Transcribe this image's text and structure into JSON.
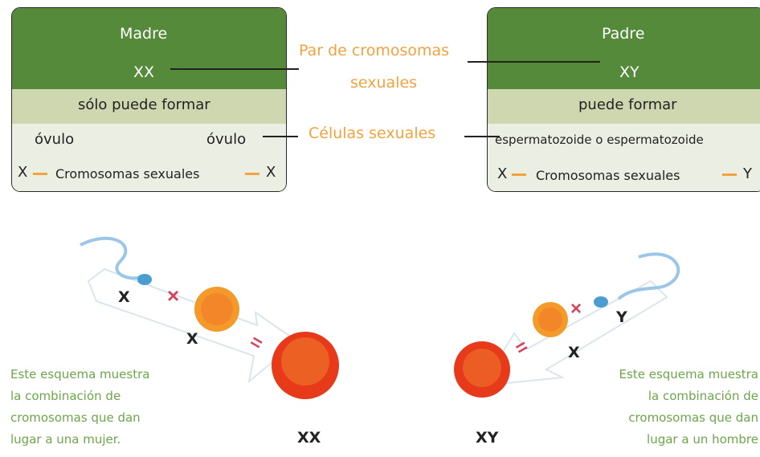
{
  "left_box": {
    "title": "Madre",
    "chromosomes": "XX",
    "band": "sólo puede formar",
    "cell_left": "óvulo",
    "cell_right": "óvulo",
    "x_left": "X",
    "sexual_label": "Cromosomas sexuales",
    "x_right": "X"
  },
  "right_box": {
    "title": "Padre",
    "chromosomes": "XY",
    "band": "puede formar",
    "cells": "espermatozoide o espermatozoide",
    "x_left": "X",
    "sexual_label": "Cromosomas sexuales",
    "x_right": "Y"
  },
  "center": {
    "pair_line1": "Par de cromosomas",
    "pair_line2": "sexuales",
    "cells_label": "Células sexuales"
  },
  "left_illustration": {
    "x1": "X",
    "x2": "X",
    "result": "XX",
    "caption": [
      "Este esquema muestra",
      "la combinación de",
      "cromosomas que dan",
      "lugar a una mujer."
    ]
  },
  "right_illustration": {
    "y": "Y",
    "x": "X",
    "result": "XY",
    "caption": [
      "Este esquema muestra",
      "la combinación de",
      "cromosomas que dan",
      "lugar a un hombre"
    ]
  },
  "colors": {
    "green_dark": "#548a3a",
    "green_light": "#cfd7b0",
    "cream": "#ebeee2",
    "orange": "#f3a23d",
    "caption_green": "#6da54a"
  }
}
